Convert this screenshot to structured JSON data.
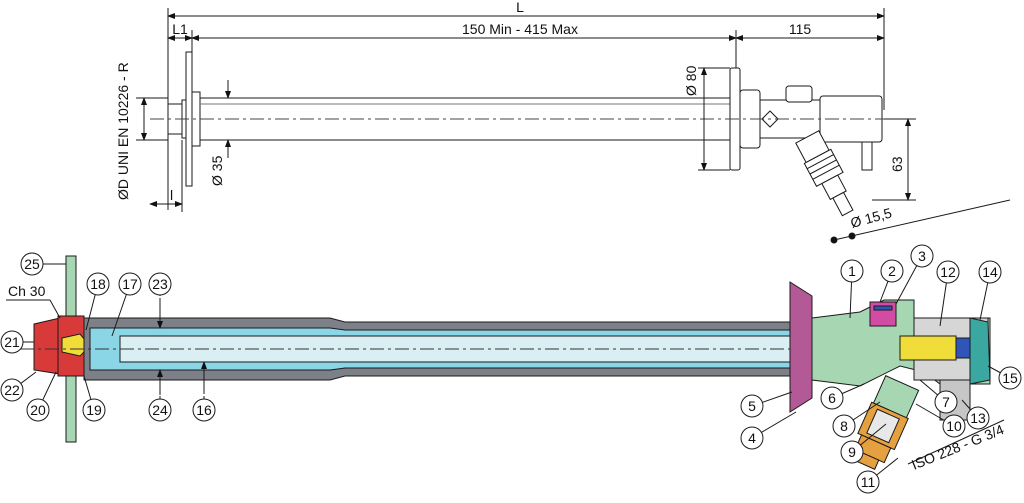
{
  "top_view": {
    "dim_L": "L",
    "dim_L1": "L1",
    "dim_range": "150 Min - 415 Max",
    "dim_115": "115",
    "dim_D": "ØD UNI EN 10226 - R",
    "dim_D80": "Ø 80",
    "dim_D35": "Ø 35",
    "dim_63": "63",
    "dim_D15": "Ø 15,5",
    "dim_l": "l"
  },
  "section_view": {
    "ch_label": "Ch 30",
    "thread_label": "ISO 228 - G 3/4",
    "callouts": [
      "1",
      "2",
      "3",
      "4",
      "5",
      "6",
      "7",
      "8",
      "9",
      "10",
      "11",
      "12",
      "13",
      "14",
      "15",
      "16",
      "17",
      "18",
      "19",
      "20",
      "21",
      "22",
      "23",
      "24",
      "25"
    ]
  },
  "colors": {
    "outline": "#1a1a1a",
    "outer_tube": "#7d8088",
    "inner_tube": "#bfe6ef",
    "cyan_tube": "#8ad6e6",
    "body_green": "#a6d6b2",
    "flange_purple": "#b35a96",
    "red_fitting": "#d83a3a",
    "blue_part": "#2f55b8",
    "yellow_part": "#f0dd3a",
    "orange_part": "#e5a040",
    "grey_part": "#c6c6c6",
    "teal_cap": "#3aa7a1"
  }
}
